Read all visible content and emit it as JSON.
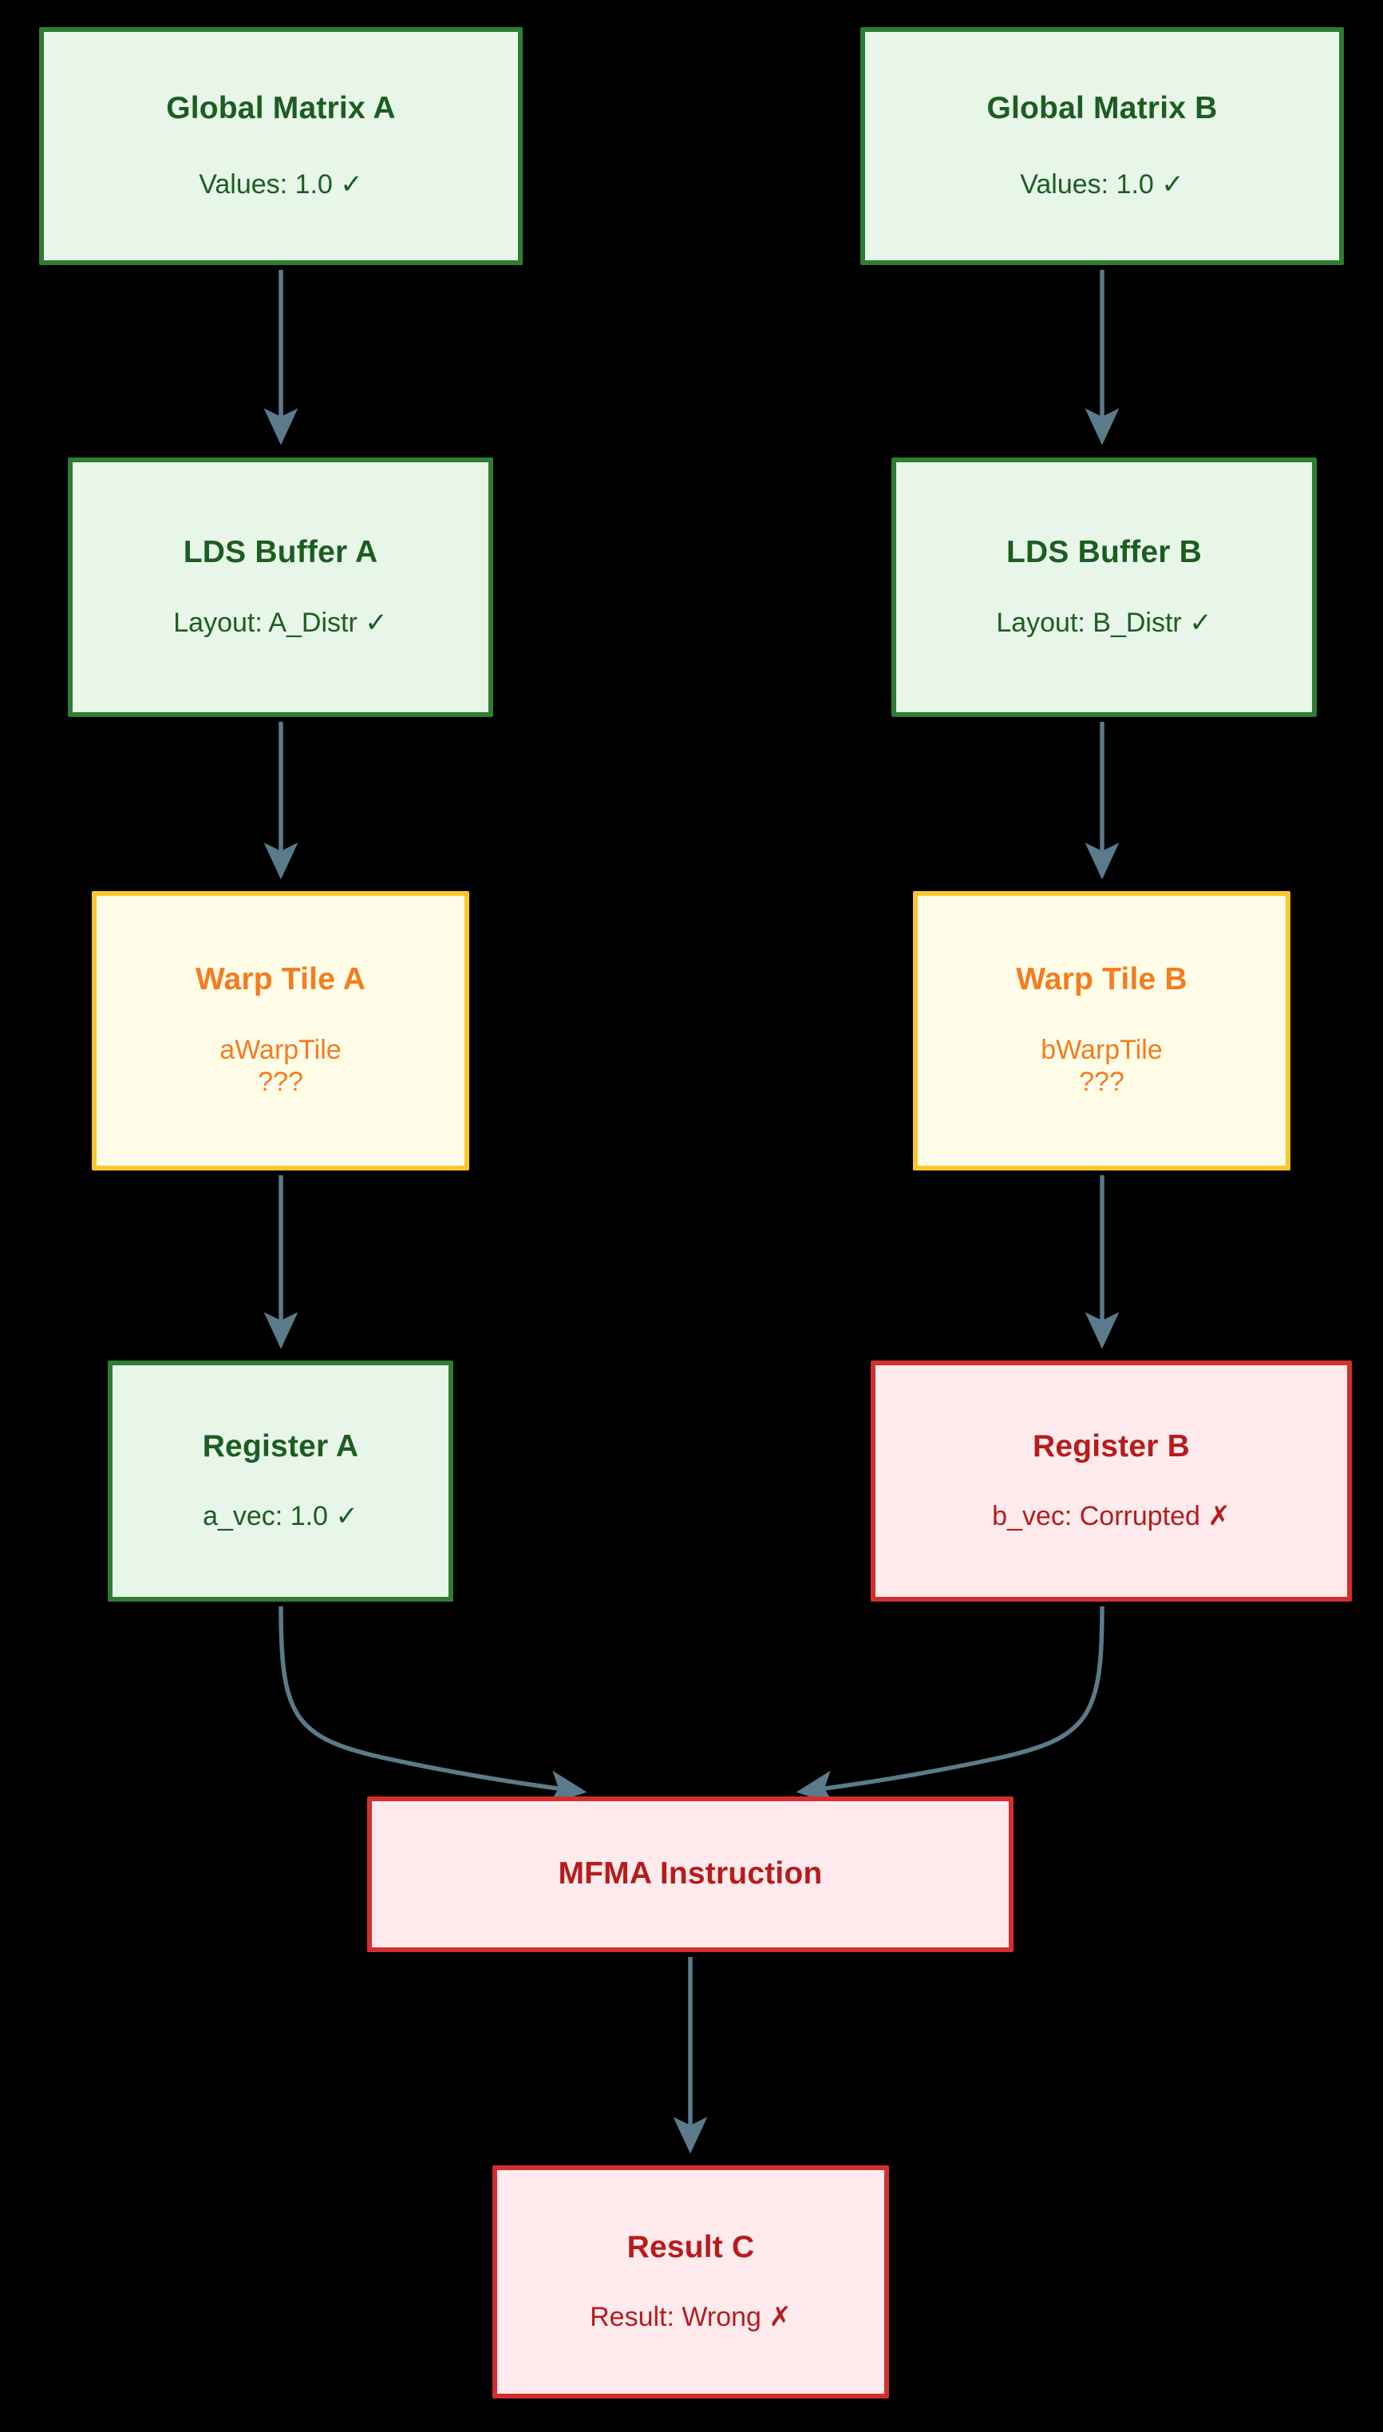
{
  "diagram": {
    "type": "flowchart",
    "direction": "top-down",
    "background": "#000000",
    "edge_color": "#5b7a8a",
    "palette": {
      "ok_fill": "#e8f5e9",
      "ok_border": "#2e7d32",
      "ok_text": "#1b5e20",
      "warn_fill": "#fffde7",
      "warn_border": "#f9c62c",
      "warn_text": "#f57c1f",
      "error_fill": "#ffebee",
      "error_border": "#d32f2f",
      "error_text": "#b71c1c"
    }
  },
  "nodes": {
    "global_a": {
      "title": "Global Matrix A",
      "detail": "Values: 1.0 ✓",
      "status": "ok"
    },
    "global_b": {
      "title": "Global Matrix B",
      "detail": "Values: 1.0 ✓",
      "status": "ok"
    },
    "lds_a": {
      "title": "LDS Buffer A",
      "detail": "Layout: A_Distr ✓",
      "status": "ok"
    },
    "lds_b": {
      "title": "LDS Buffer B",
      "detail": "Layout: B_Distr ✓",
      "status": "ok"
    },
    "warp_a": {
      "title": "Warp Tile A",
      "detail": "aWarpTile",
      "detail2": "???",
      "status": "unknown"
    },
    "warp_b": {
      "title": "Warp Tile B",
      "detail": "bWarpTile",
      "detail2": "???",
      "status": "unknown"
    },
    "reg_a": {
      "title": "Register A",
      "detail": "a_vec: 1.0 ✓",
      "status": "ok"
    },
    "reg_b": {
      "title": "Register B",
      "detail": "b_vec: Corrupted ✗",
      "status": "error"
    },
    "mfma": {
      "title": "MFMA Instruction",
      "status": "error"
    },
    "result_c": {
      "title": "Result C",
      "detail": "Result: Wrong ✗",
      "status": "error"
    }
  },
  "edges": [
    {
      "from": "global_a",
      "to": "lds_a",
      "shape": "straight"
    },
    {
      "from": "global_b",
      "to": "lds_b",
      "shape": "straight"
    },
    {
      "from": "lds_a",
      "to": "warp_a",
      "shape": "straight"
    },
    {
      "from": "lds_b",
      "to": "warp_b",
      "shape": "straight"
    },
    {
      "from": "warp_a",
      "to": "reg_a",
      "shape": "straight"
    },
    {
      "from": "warp_b",
      "to": "reg_b",
      "shape": "straight"
    },
    {
      "from": "reg_a",
      "to": "mfma",
      "shape": "curved"
    },
    {
      "from": "reg_b",
      "to": "mfma",
      "shape": "curved"
    },
    {
      "from": "mfma",
      "to": "result_c",
      "shape": "straight"
    }
  ]
}
